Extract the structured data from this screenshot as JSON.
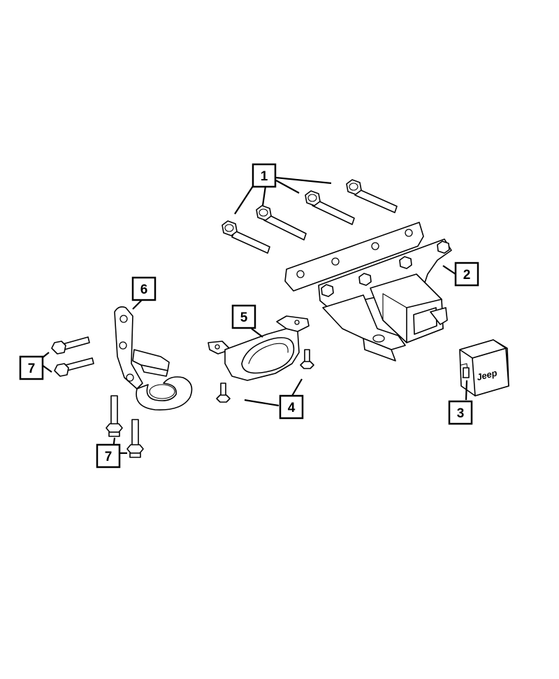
{
  "callouts": {
    "c1": "1",
    "c2": "2",
    "c3": "3",
    "c4": "4",
    "c5": "5",
    "c6": "6",
    "c7a": "7",
    "c7b": "7"
  },
  "parts": {
    "hitch_cover_logo": "Jeep"
  }
}
